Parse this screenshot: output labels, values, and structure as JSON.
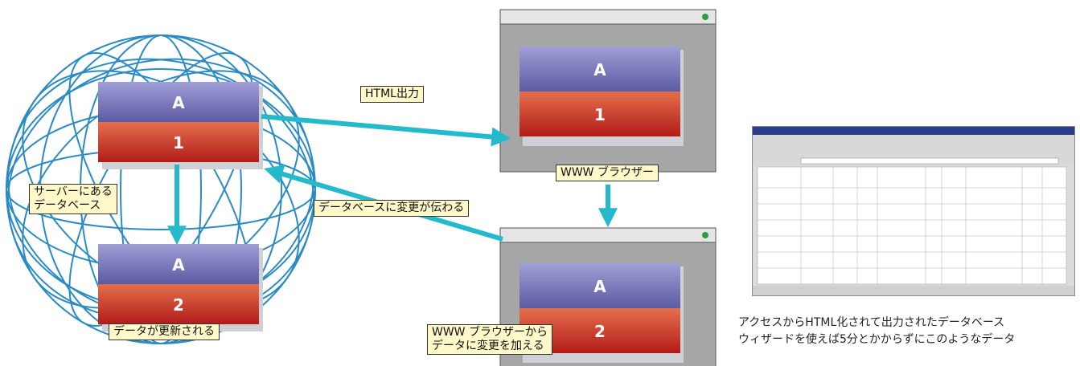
{
  "diagram": {
    "server_db": {
      "label": "サーバーにある\nデータベース",
      "record_before": {
        "field": "A",
        "value": "1"
      },
      "record_after": {
        "field": "A",
        "value": "2"
      },
      "update_label": "データが更新される"
    },
    "browser_top": {
      "record": {
        "field": "A",
        "value": "1"
      },
      "label": "WWW ブラウザー"
    },
    "browser_bottom": {
      "record": {
        "field": "A",
        "value": "2"
      },
      "label": "WWW ブラウザーから\nデータに変更を加える"
    },
    "arrows": {
      "html_output": "HTML出力",
      "change_propagates": "データベースに変更が伝わる"
    },
    "colors": {
      "sphere_stroke": "#2a8bc4",
      "arrow": "#25b9cc",
      "field_top": "#8e8ccc",
      "field_bottom": "#5c5aa2",
      "value_top": "#e06e4c",
      "value_bottom": "#b8201c",
      "label_bg": "#fff8c8",
      "window_bg": "#a6a6a6",
      "window_light": "#e5e5e5",
      "status_dot": "#2e9a45"
    }
  },
  "screenshot": {
    "description_icon": "browser-window-screenshot",
    "caption": "アクセスからHTML化されて出力されたデータベース\nウィザードを使えば5分とかからずにこのようなデータ"
  }
}
